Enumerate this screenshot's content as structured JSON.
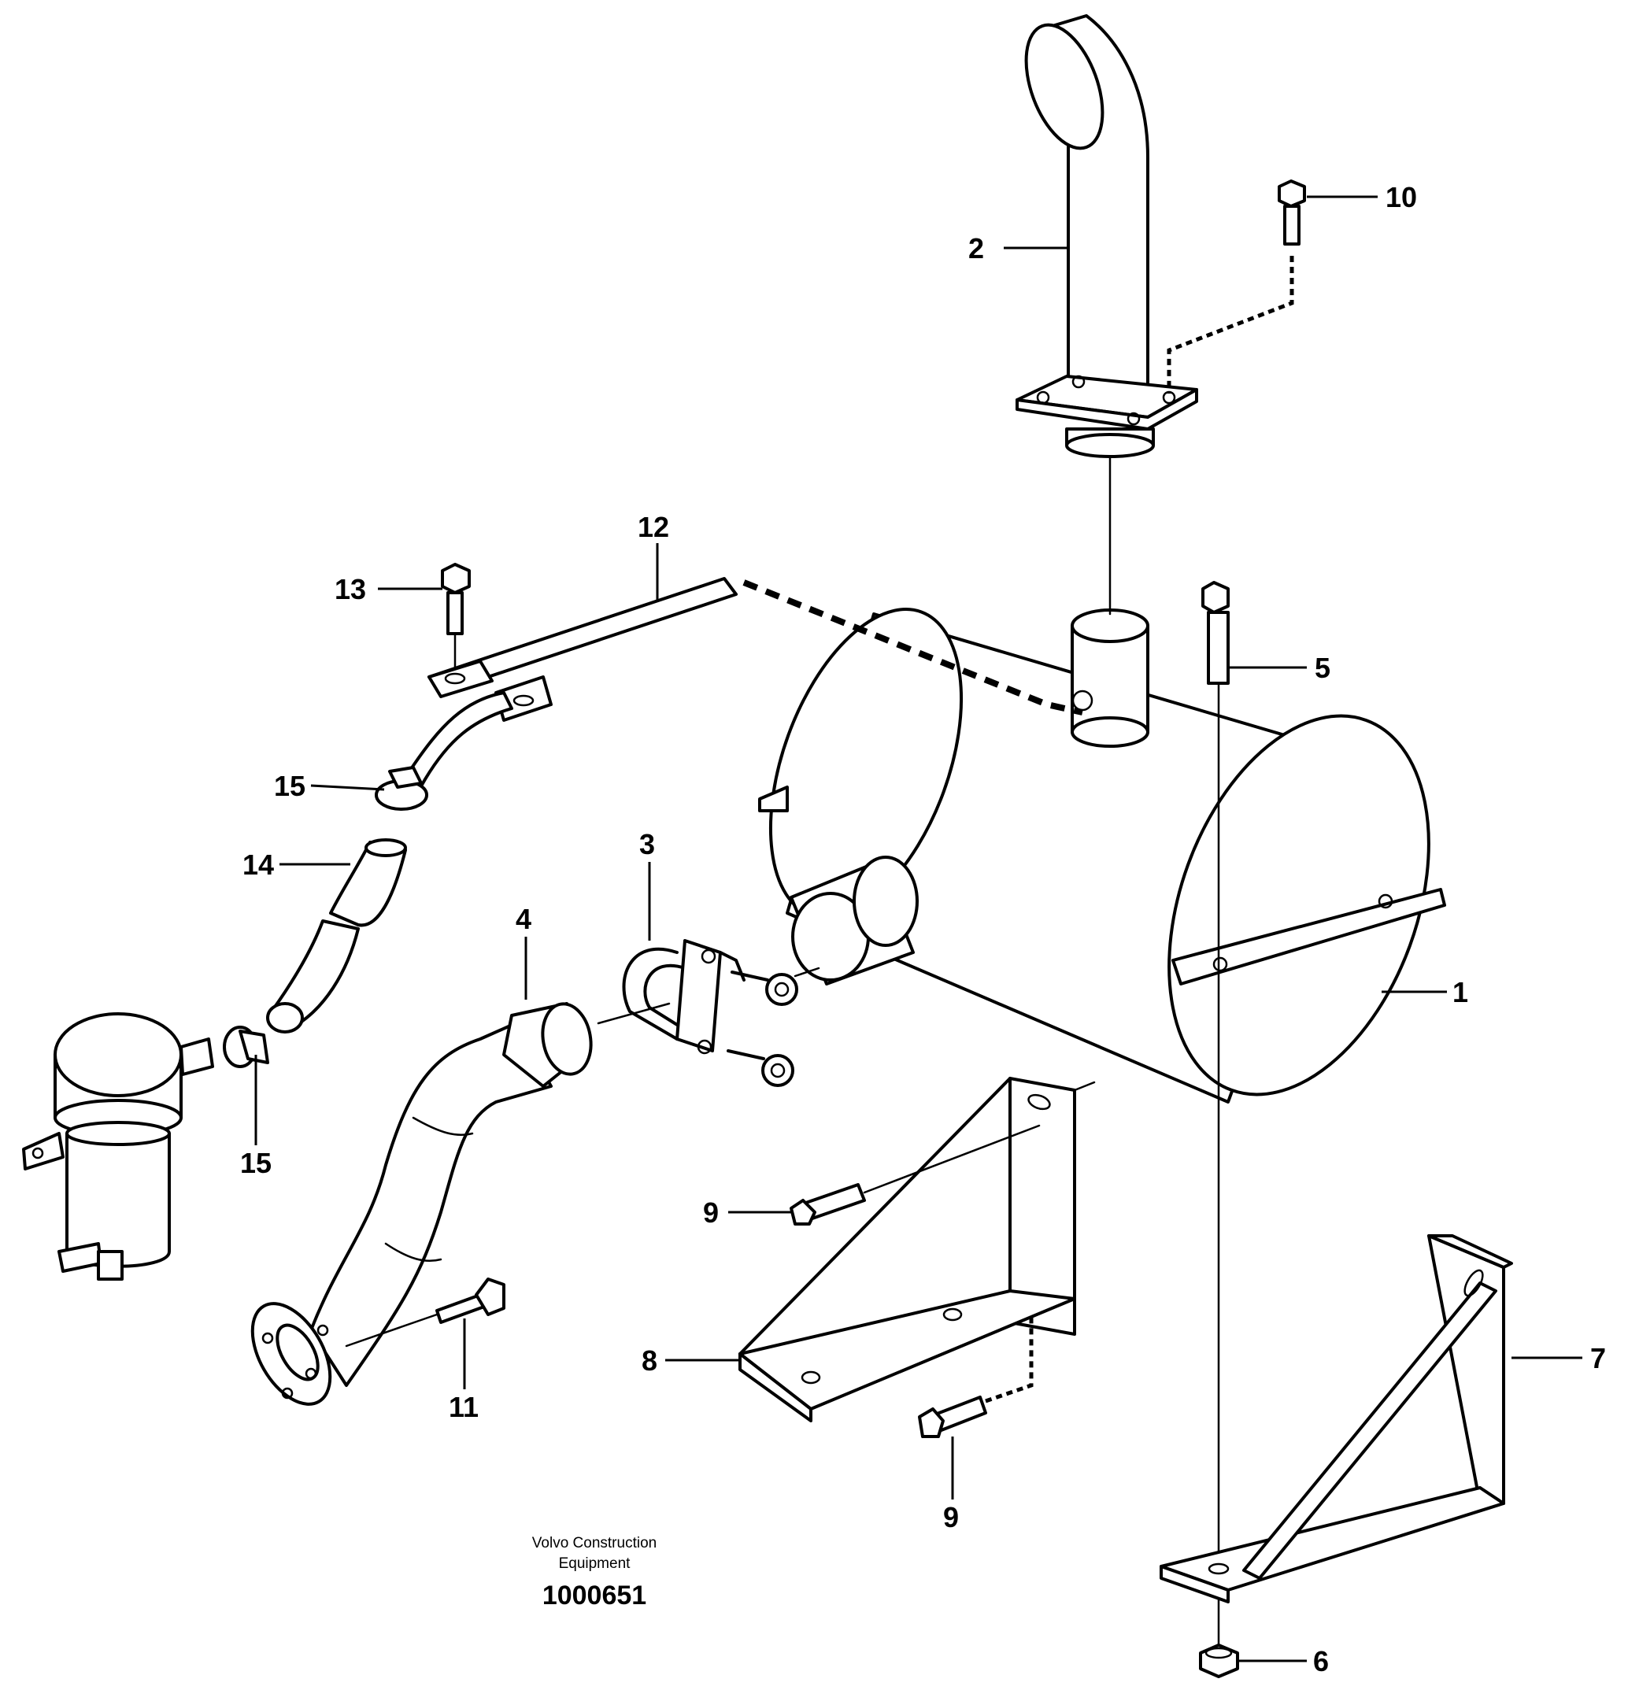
{
  "callouts": {
    "c1": "1",
    "c2": "2",
    "c3": "3",
    "c4": "4",
    "c5": "5",
    "c6": "6",
    "c7": "7",
    "c8": "8",
    "c9a": "9",
    "c9b": "9",
    "c10": "10",
    "c11": "11",
    "c12": "12",
    "c13": "13",
    "c14": "14",
    "c15a": "15",
    "c15b": "15"
  },
  "caption": {
    "line1": "Volvo Construction",
    "line2": "Equipment",
    "number": "1000651"
  }
}
